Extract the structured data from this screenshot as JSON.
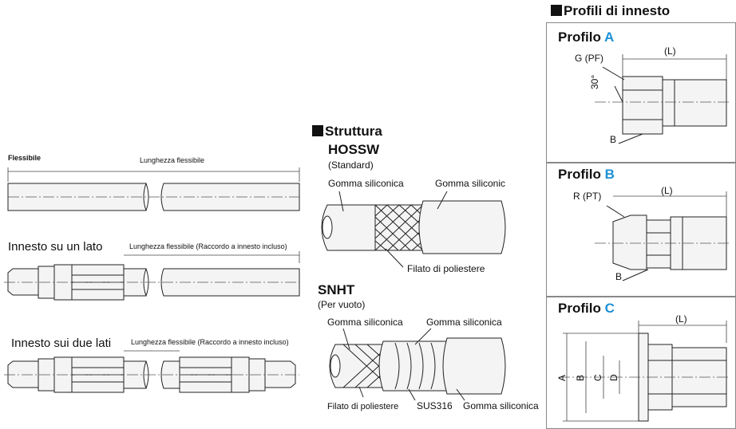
{
  "left": {
    "flexible_title": "Flessibile",
    "flexible_length": "Lunghezza flessibile",
    "one_side_title": "Innesto su un lato",
    "one_side_length": "Lunghezza flessibile (Raccordo a innesto incluso)",
    "two_side_title": "Innesto sui due lati",
    "two_side_length": "Lunghezza flessibile (Raccordo a innesto incluso)"
  },
  "middle": {
    "section_title": "Struttura",
    "hossw": {
      "name": "HOSSW",
      "sub": "(Standard)",
      "label_inner": "Gomma siliconica",
      "label_outer": "Gomma siliconic",
      "label_braid": "Filato di poliestere"
    },
    "snht": {
      "name": "SNHT",
      "sub": "(Per vuoto)",
      "label_inner": "Gomma siliconica",
      "label_mid": "Gomma siliconica",
      "label_braid": "Filato di poliestere",
      "label_wire": "SUS316",
      "label_outer": "Gomma siliconica"
    }
  },
  "right": {
    "section_title": "Profili di innesto",
    "profile_word": "Profilo",
    "profile_a": {
      "letter": "A",
      "thread": "G (PF)",
      "angle": "30°",
      "length": "(L)",
      "hex": "B"
    },
    "profile_b": {
      "letter": "B",
      "thread": "R (PT)",
      "length": "(L)",
      "hex": "B"
    },
    "profile_c": {
      "letter": "C",
      "length": "(L)",
      "dims": [
        "A",
        "B",
        "C",
        "D"
      ]
    }
  },
  "colors": {
    "accent": "#1e90d6",
    "line": "#222222"
  }
}
